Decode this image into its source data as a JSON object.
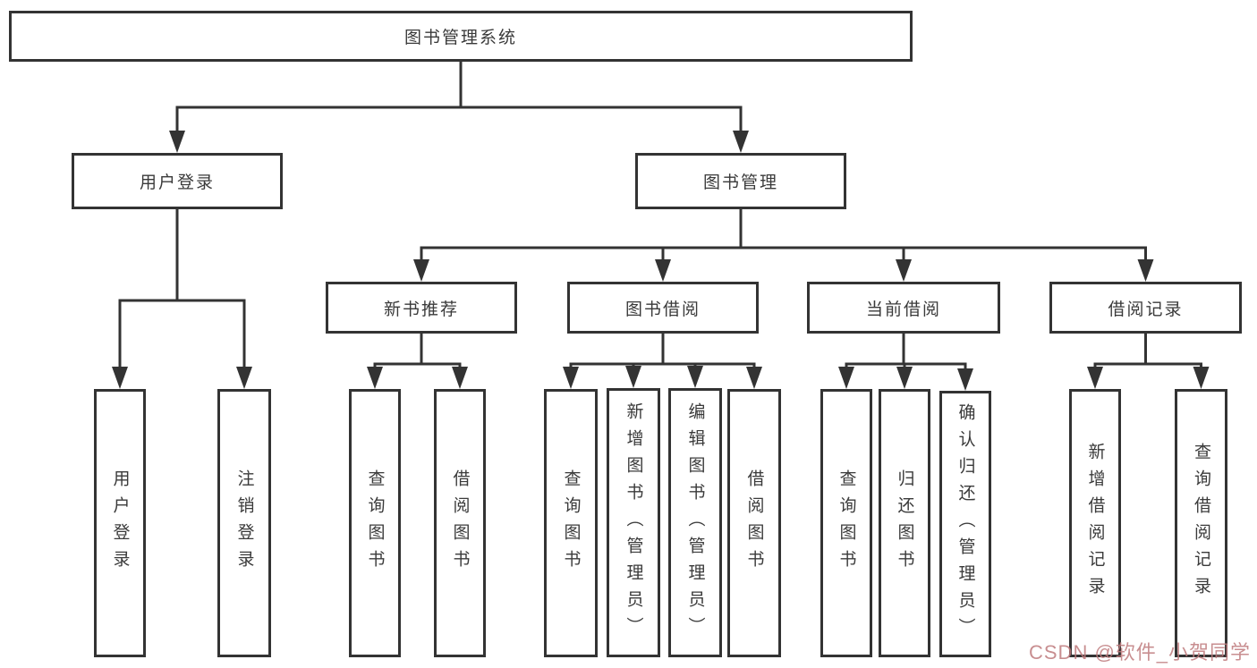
{
  "colors": {
    "line": "#333333",
    "box_border": "#333333",
    "box_background": "#ffffff",
    "text": "#3a3a3a",
    "watermark": "rgba(190,122,124,0.85)",
    "background": "#ffffff"
  },
  "watermark": {
    "text": "CSDN @软件_小贺同学"
  },
  "diagram": {
    "type": "hierarchy-tree",
    "title": "图书管理系统",
    "nodes": [
      {
        "id": "root",
        "label": "图书管理系统",
        "orientation": "horizontal"
      },
      {
        "id": "user-login",
        "label": "用户登录",
        "orientation": "horizontal"
      },
      {
        "id": "book-management",
        "label": "图书管理",
        "orientation": "horizontal"
      },
      {
        "id": "new-book-recommend",
        "label": "新书推荐",
        "orientation": "horizontal"
      },
      {
        "id": "book-borrow",
        "label": "图书借阅",
        "orientation": "horizontal"
      },
      {
        "id": "current-borrow",
        "label": "当前借阅",
        "orientation": "horizontal"
      },
      {
        "id": "borrow-records",
        "label": "借阅记录",
        "orientation": "horizontal"
      },
      {
        "id": "leaf-user-login",
        "label": "用户登录",
        "orientation": "vertical"
      },
      {
        "id": "leaf-logout",
        "label": "注销登录",
        "orientation": "vertical"
      },
      {
        "id": "leaf-nb-query",
        "label": "查询图书",
        "orientation": "vertical"
      },
      {
        "id": "leaf-nb-borrow",
        "label": "借阅图书",
        "orientation": "vertical"
      },
      {
        "id": "leaf-bb-query",
        "label": "查询图书",
        "orientation": "vertical"
      },
      {
        "id": "leaf-bb-add",
        "label": "新增图书（管理员）",
        "orientation": "vertical"
      },
      {
        "id": "leaf-bb-edit",
        "label": "编辑图书（管理员）",
        "orientation": "vertical"
      },
      {
        "id": "leaf-bb-borrow",
        "label": "借阅图书",
        "orientation": "vertical"
      },
      {
        "id": "leaf-cb-query",
        "label": "查询图书",
        "orientation": "vertical"
      },
      {
        "id": "leaf-cb-return",
        "label": "归还图书",
        "orientation": "vertical"
      },
      {
        "id": "leaf-cb-confirm",
        "label": "确认归还（管理员）",
        "orientation": "vertical"
      },
      {
        "id": "leaf-br-add",
        "label": "新增借阅记录",
        "orientation": "vertical"
      },
      {
        "id": "leaf-br-query",
        "label": "查询借阅记录",
        "orientation": "vertical"
      }
    ],
    "edges": [
      {
        "from": "root",
        "to": "user-login"
      },
      {
        "from": "root",
        "to": "book-management"
      },
      {
        "from": "user-login",
        "to": "leaf-user-login"
      },
      {
        "from": "user-login",
        "to": "leaf-logout"
      },
      {
        "from": "book-management",
        "to": "new-book-recommend"
      },
      {
        "from": "book-management",
        "to": "book-borrow"
      },
      {
        "from": "book-management",
        "to": "current-borrow"
      },
      {
        "from": "book-management",
        "to": "borrow-records"
      },
      {
        "from": "new-book-recommend",
        "to": "leaf-nb-query"
      },
      {
        "from": "new-book-recommend",
        "to": "leaf-nb-borrow"
      },
      {
        "from": "book-borrow",
        "to": "leaf-bb-query"
      },
      {
        "from": "book-borrow",
        "to": "leaf-bb-add"
      },
      {
        "from": "book-borrow",
        "to": "leaf-bb-edit"
      },
      {
        "from": "book-borrow",
        "to": "leaf-bb-borrow"
      },
      {
        "from": "current-borrow",
        "to": "leaf-cb-query"
      },
      {
        "from": "current-borrow",
        "to": "leaf-cb-return"
      },
      {
        "from": "current-borrow",
        "to": "leaf-cb-confirm"
      },
      {
        "from": "borrow-records",
        "to": "leaf-br-add"
      },
      {
        "from": "borrow-records",
        "to": "leaf-br-query"
      }
    ]
  }
}
